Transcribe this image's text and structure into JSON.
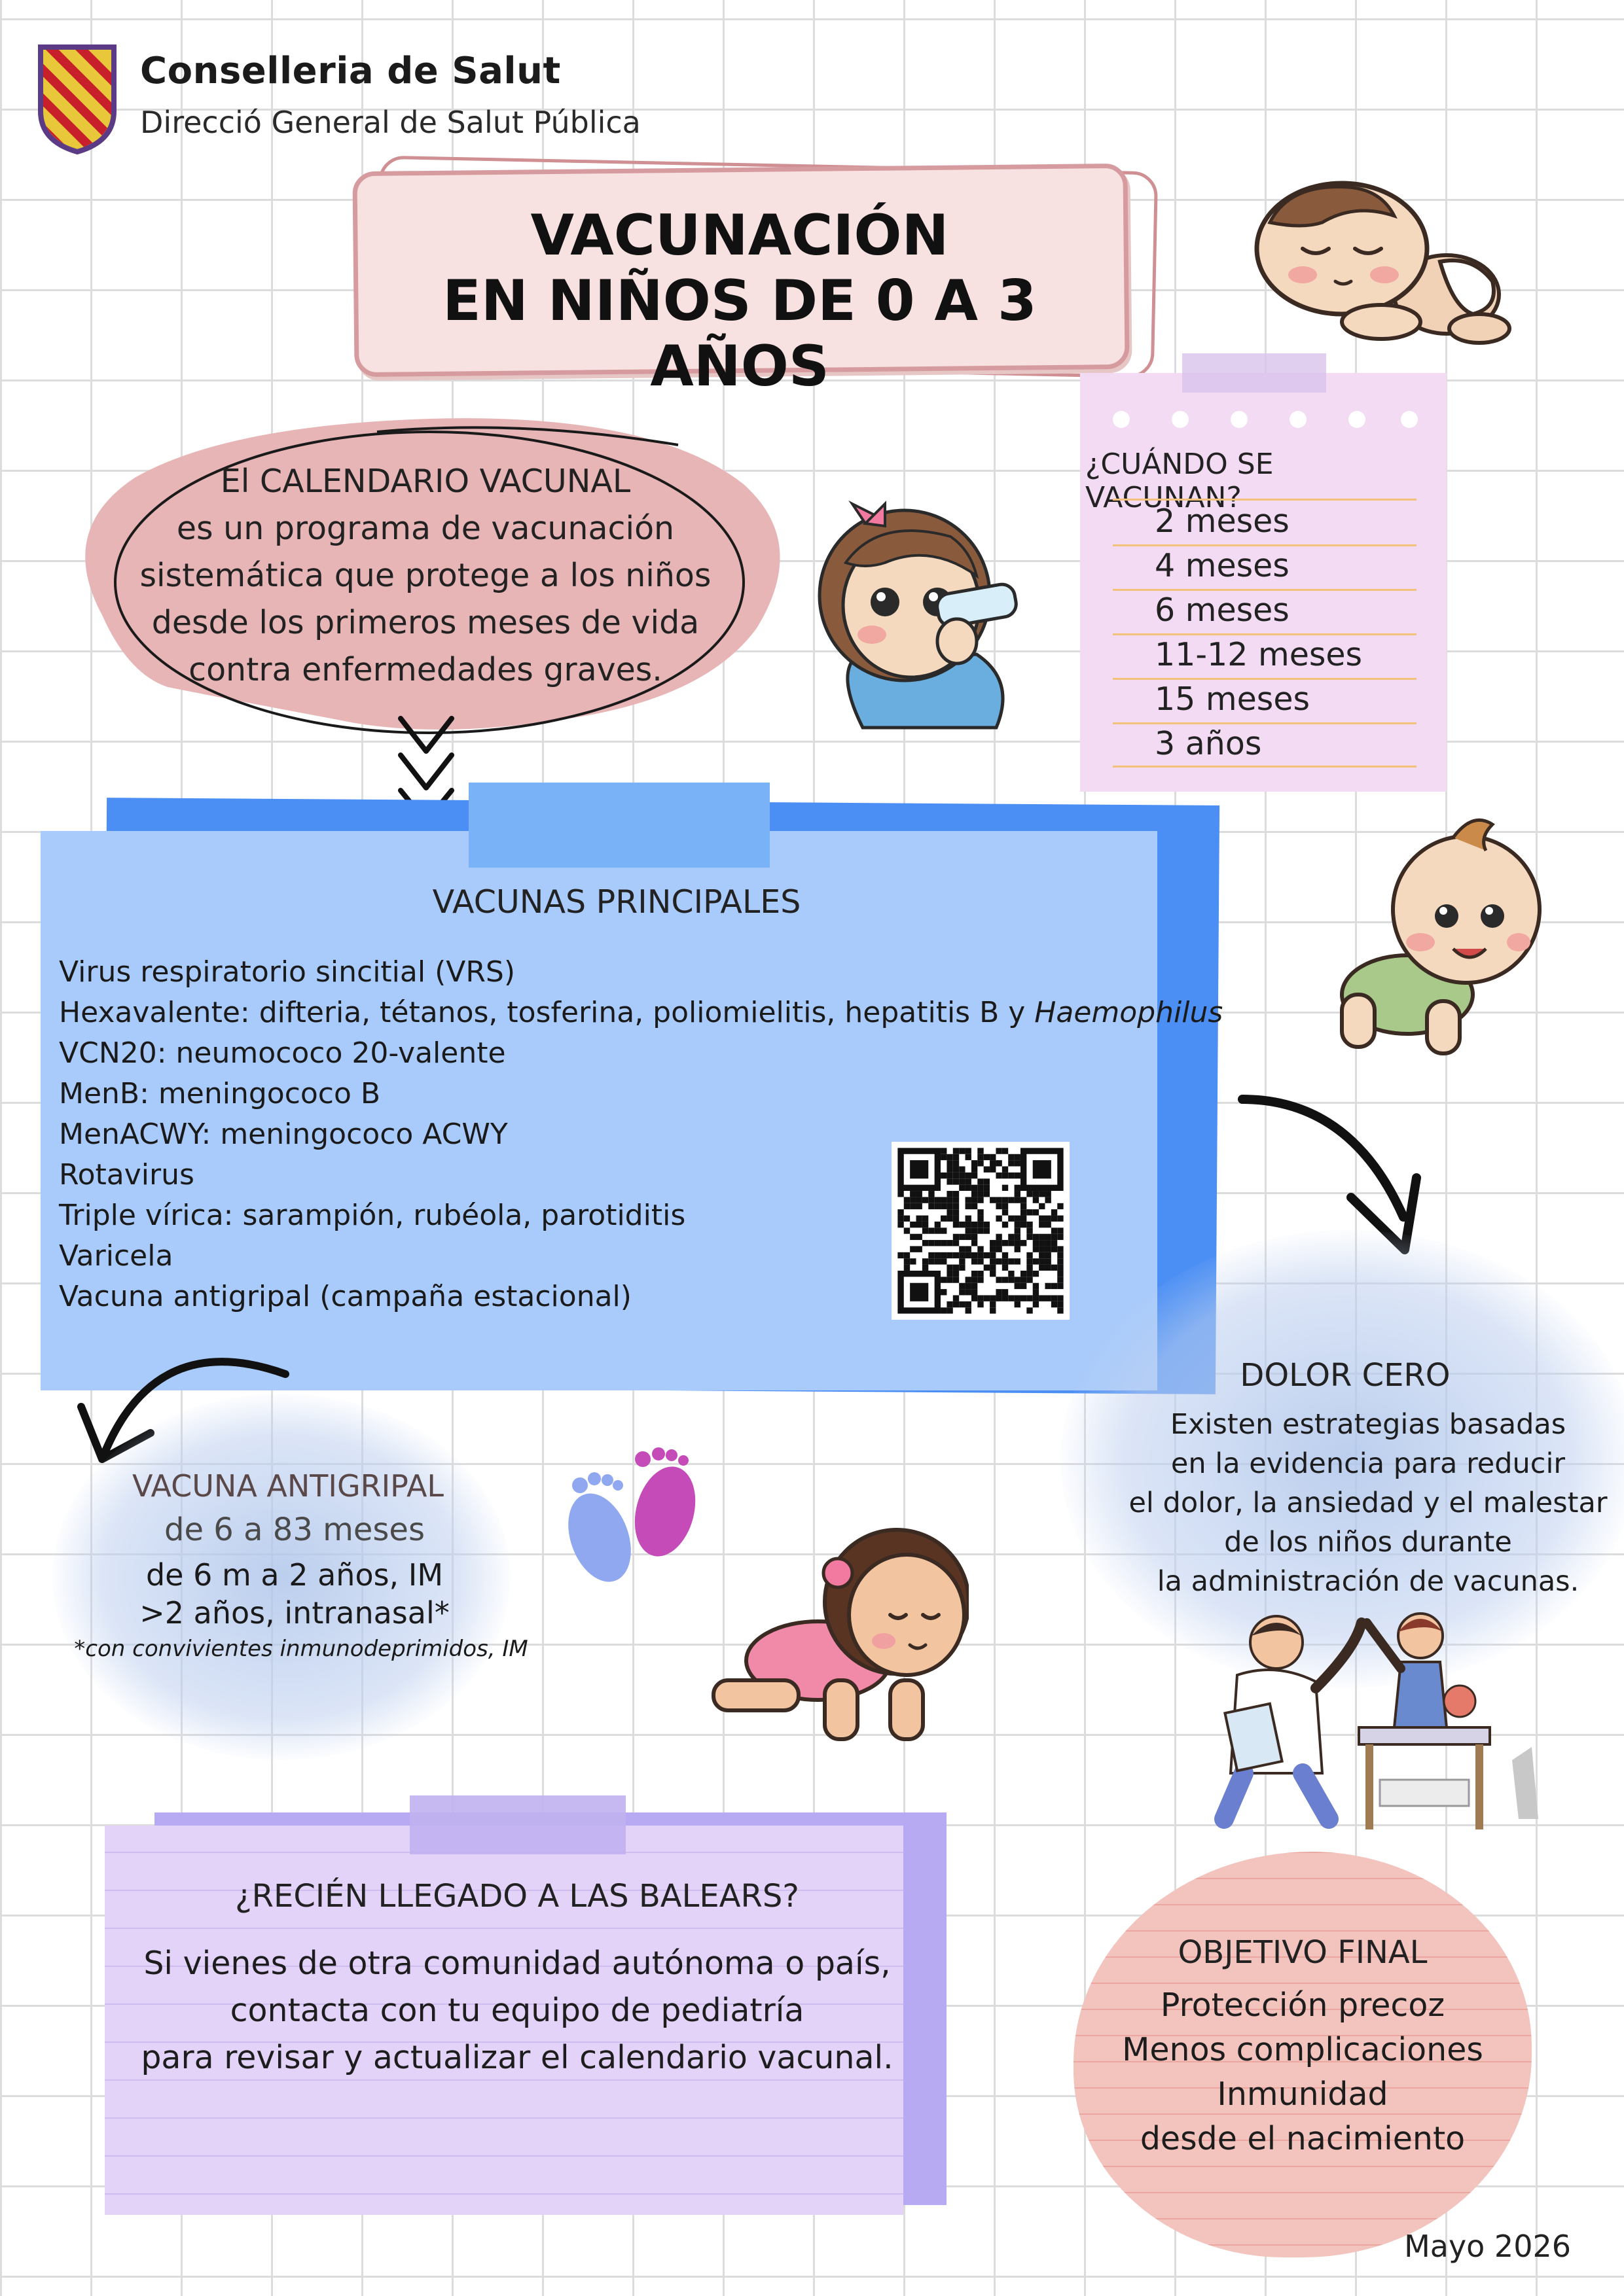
{
  "header": {
    "org_name": "Conselleria de Salut",
    "org_sub": "Direcció General de Salut Pública",
    "crest_icon": "balearic-crest-icon",
    "crest_colors": [
      "#e8c83a",
      "#c8202a",
      "#6b3a8a"
    ]
  },
  "title": {
    "line1": "VACUNACIÓN",
    "line2": "EN NIÑOS DE 0 A 3 AÑOS"
  },
  "calendario": {
    "lines": [
      "El CALENDARIO VACUNAL",
      "es un programa de vacunación",
      "sistemática que protege a los niños",
      "desde los primeros meses de vida",
      "contra enfermedades graves."
    ]
  },
  "cuando": {
    "title": "¿CUÁNDO SE VACUNAN?",
    "items": [
      "2 meses",
      "4 meses",
      "6 meses",
      "11-12 meses",
      "15 meses",
      "3 años"
    ]
  },
  "vacunas": {
    "title": "VACUNAS PRINCIPALES",
    "items": [
      "Virus respiratorio sincitial (VRS)",
      "Hexavalente: difteria, tétanos, tosferina, poliomielitis, hepatitis B y ",
      "VCN20: neumococo 20-valente",
      "MenB: meningococo B",
      "MenACWY: meningococo ACWY",
      "Rotavirus",
      "Triple vírica: sarampión, rubéola, parotiditis",
      "Varicela",
      "Vacuna antigripal (campaña estacional)"
    ],
    "hexa_italic": "Haemophilus"
  },
  "antigripal": {
    "title": "VACUNA ANTIGRIPAL",
    "range": "de 6 a 83 meses",
    "line1": "de 6 m a 2 años, IM",
    "line2": ">2 años, intranasal*",
    "note": "*con convivientes inmunodeprimidos, IM"
  },
  "dolor": {
    "title": "DOLOR CERO",
    "lines": [
      "Existen estrategias basadas",
      "en la evidencia para reducir",
      "el dolor, la ansiedad y el malestar",
      "de los niños durante",
      "la administración de vacunas."
    ]
  },
  "recien": {
    "title": "¿RECIÉN LLEGADO A LAS BALEARS?",
    "lines": [
      "Si vienes de otra comunidad autónoma o país,",
      "contacta con tu equipo de pediatría",
      "para revisar y actualizar el calendario vacunal."
    ]
  },
  "objetivo": {
    "title": "OBJETIVO FINAL",
    "lines": [
      "Protección precoz",
      "Menos complicaciones",
      "Inmunidad",
      "desde el nacimiento"
    ]
  },
  "footer": {
    "date": "Mayo 2026"
  },
  "colors": {
    "title_pink": "#f8e1e1",
    "blob_pink": "#e8b5b6",
    "note_lilac": "#f3dcf3",
    "vac_blue": "#a9cbfb",
    "vac_blue_dark": "#4b8ff4",
    "rec_lilac": "#e3d3f9",
    "obj_peach": "#f3c3bd"
  }
}
